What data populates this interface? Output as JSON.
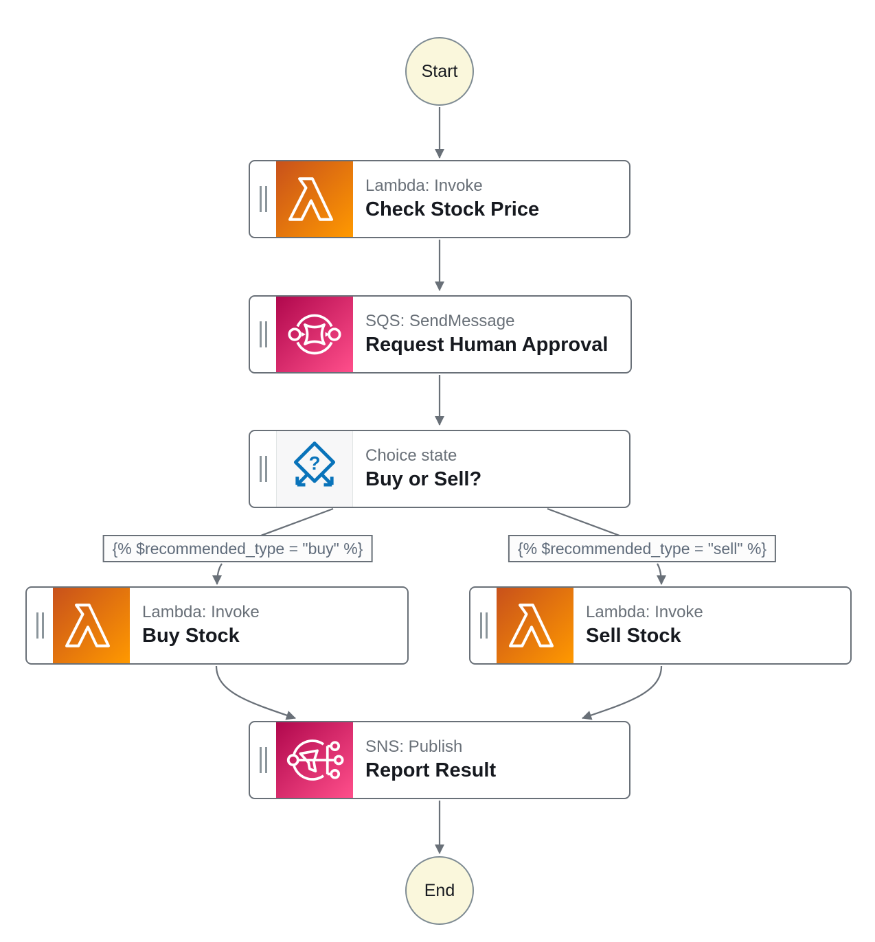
{
  "terminals": {
    "start": "Start",
    "end": "End"
  },
  "nodes": [
    {
      "service": "Lambda: Invoke",
      "name": "Check Stock Price",
      "icon": "lambda-icon"
    },
    {
      "service": "SQS: SendMessage",
      "name": "Request Human Approval",
      "icon": "sqs-icon"
    },
    {
      "service": "Choice state",
      "name": "Buy or Sell?",
      "icon": "choice-icon"
    },
    {
      "service": "Lambda: Invoke",
      "name": "Buy Stock",
      "icon": "lambda-icon"
    },
    {
      "service": "Lambda: Invoke",
      "name": "Sell Stock",
      "icon": "lambda-icon"
    },
    {
      "service": "SNS: Publish",
      "name": "Report Result",
      "icon": "sns-icon"
    }
  ],
  "conditions": {
    "buy": "{% $recommended_type = \"buy\" %}",
    "sell": "{% $recommended_type = \"sell\" %}"
  },
  "icons": {
    "choice_glyph": "?"
  },
  "colors": {
    "connector": "#697078",
    "node_border": "#697078",
    "terminal_fill": "#FAF7DC",
    "lambda_gradient_start": "#C8511B",
    "lambda_gradient_end": "#FF9900",
    "messaging_gradient_start": "#B0084D",
    "messaging_gradient_end": "#FF4F8B",
    "choice_blue": "#0973BA",
    "title_text": "#16191F",
    "subtitle_text": "#697078"
  }
}
